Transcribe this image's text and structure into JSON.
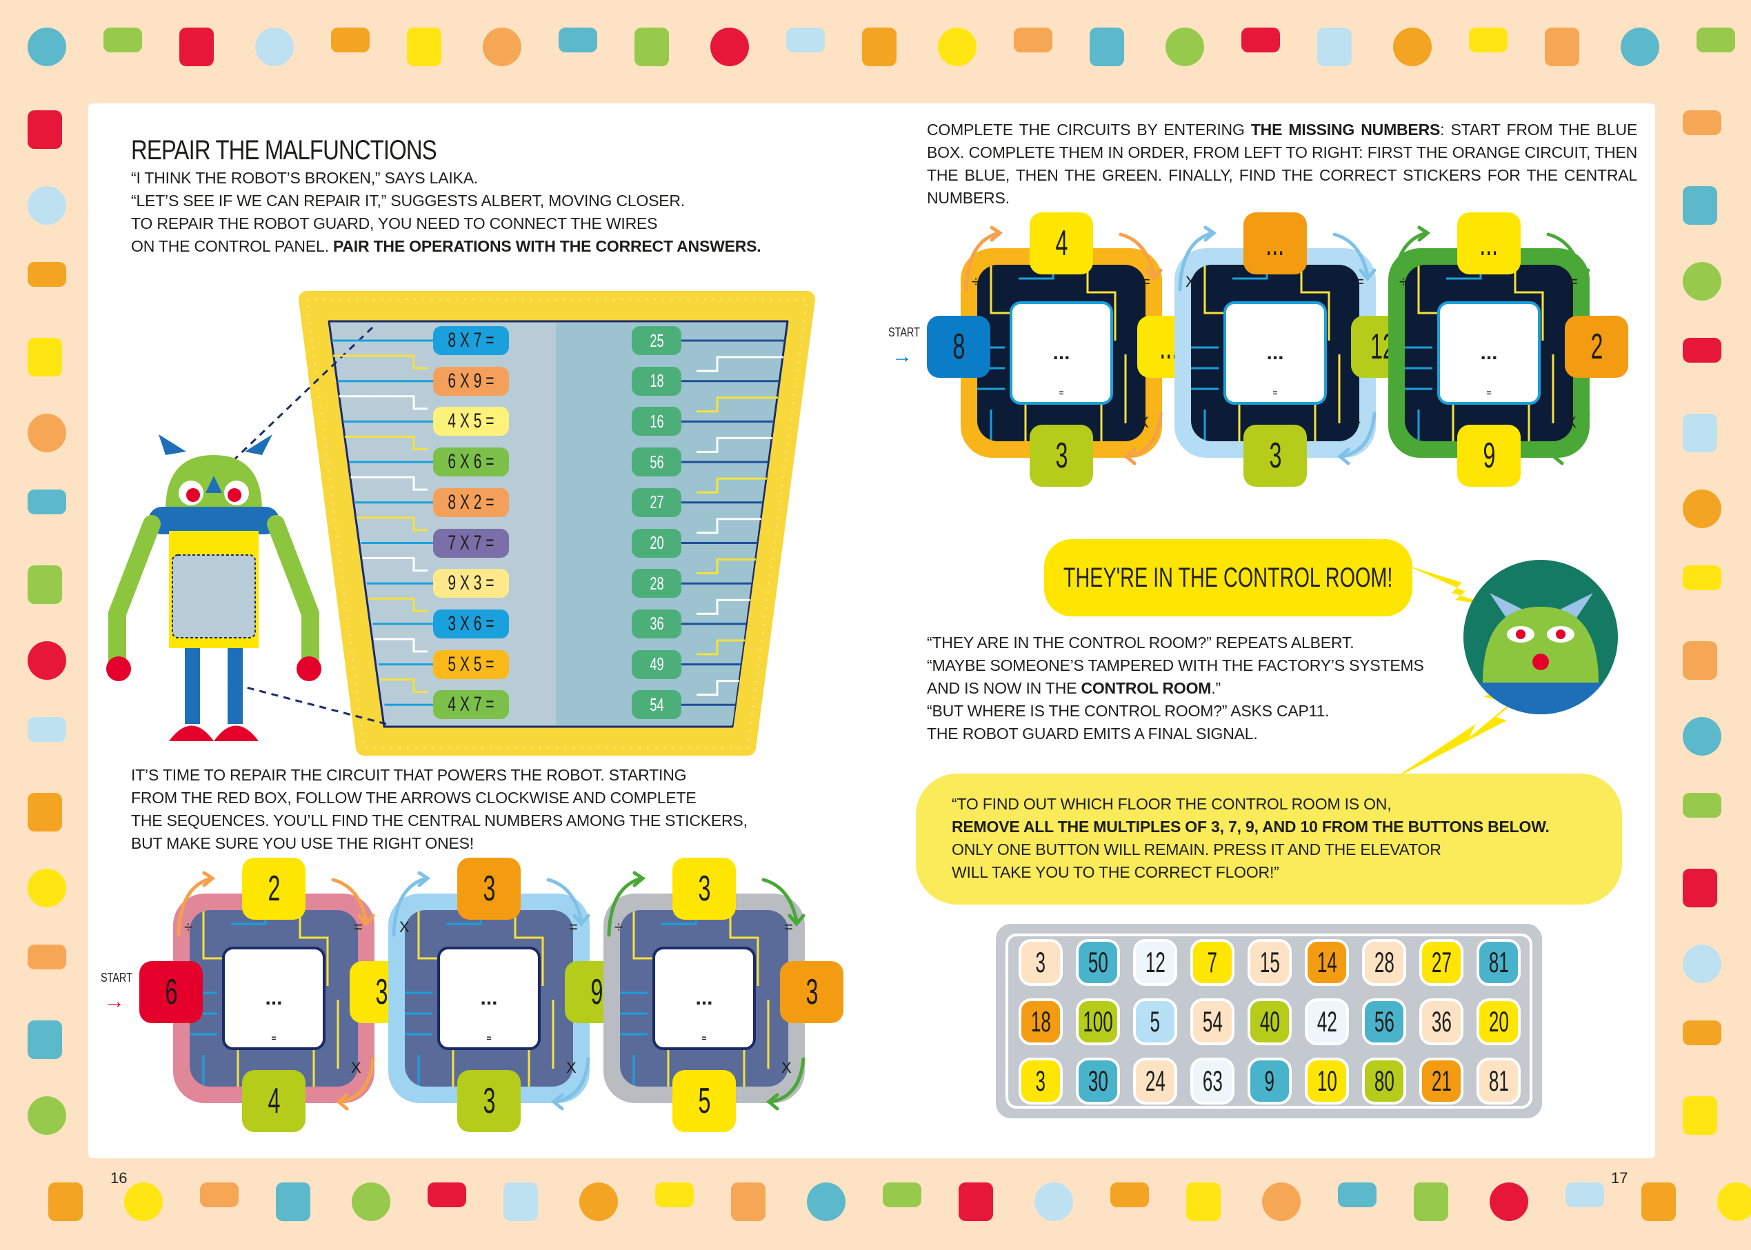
{
  "colors": {
    "peach": "#fde3c4",
    "yellow": "#ffe600",
    "orange": "#f39c12",
    "lime": "#b5cc1a",
    "teal": "#4ab3cc",
    "pale": "#eef5fb",
    "lightblue": "#b7e0f7",
    "red": "#e4002b",
    "blue": "#0a7cc8"
  },
  "left_page": {
    "title": "REPAIR THE MALFUNCTIONS",
    "intro": [
      "“I THINK THE ROBOT’S BROKEN,” SAYS LAIKA.",
      "“LET’S SEE IF WE CAN REPAIR IT,” SUGGESTS ALBERT, MOVING CLOSER.",
      "TO REPAIR THE ROBOT GUARD, YOU NEED TO CONNECT THE WIRES",
      "ON THE CONTROL PANEL. "
    ],
    "intro_bold": "PAIR THE OPERATIONS WITH THE CORRECT ANSWERS.",
    "operations": [
      {
        "label": "8 X 7 =",
        "color": "#1aa0dc"
      },
      {
        "label": "6 X 9 =",
        "color": "#f5a05a"
      },
      {
        "label": "4 X 5 =",
        "color": "#fff27a"
      },
      {
        "label": "6 X 6 =",
        "color": "#7cc04a"
      },
      {
        "label": "8 X 2 =",
        "color": "#f5a05a"
      },
      {
        "label": "7 X 7 =",
        "color": "#7a6fa8"
      },
      {
        "label": "9 X 3 =",
        "color": "#ffe98a"
      },
      {
        "label": "3 X 6 =",
        "color": "#1aa0dc"
      },
      {
        "label": "5 X 5 =",
        "color": "#fbb91a"
      },
      {
        "label": "4 X 7 =",
        "color": "#7cc04a"
      }
    ],
    "answers": [
      "25",
      "18",
      "16",
      "56",
      "27",
      "20",
      "28",
      "36",
      "49",
      "54"
    ],
    "circuit_intro": [
      "IT’S TIME TO REPAIR THE CIRCUIT THAT POWERS THE ROBOT. STARTING",
      "FROM THE RED BOX, FOLLOW THE ARROWS CLOCKWISE AND COMPLETE",
      "THE SEQUENCES. YOU’LL FIND THE CENTRAL NUMBERS AMONG THE STICKERS,",
      "BUT MAKE SURE YOU USE THE RIGHT ONES!"
    ],
    "start_label": "START",
    "start_box": {
      "value": "6",
      "color": "#e4002b"
    },
    "circuits": [
      {
        "frame": "#e0879a",
        "inner": "#5a6b9a",
        "arrow": "#f5a04a",
        "center": "...",
        "center_eq": "=",
        "ops": [
          "÷",
          "=",
          "X"
        ],
        "top": {
          "value": "2",
          "color": "#ffe600"
        },
        "right": {
          "value": "3",
          "color": "#ffe600"
        },
        "bottom": {
          "value": "4",
          "color": "#b5cc1a"
        }
      },
      {
        "frame": "#9ed4f2",
        "inner": "#5a6b9a",
        "arrow": "#7fc1e8",
        "center": "...",
        "center_eq": "=",
        "ops": [
          "X",
          "=",
          "X"
        ],
        "top": {
          "value": "3",
          "color": "#f39c12"
        },
        "right": {
          "value": "9",
          "color": "#b5cc1a"
        },
        "bottom": {
          "value": "3",
          "color": "#b5cc1a"
        }
      },
      {
        "frame": "#b9bcc1",
        "inner": "#5a6b9a",
        "arrow": "#4aa837",
        "center": "...",
        "center_eq": "=",
        "ops": [
          "÷",
          "=",
          "X"
        ],
        "top": {
          "value": "3",
          "color": "#ffe600"
        },
        "right": {
          "value": "3",
          "color": "#f39c12"
        },
        "bottom": {
          "value": "5",
          "color": "#ffe600"
        }
      }
    ],
    "page_number": "16"
  },
  "right_page": {
    "instructions_pre": "COMPLETE THE CIRCUITS BY ENTERING ",
    "instructions_bold": "THE MISSING NUMBERS",
    "instructions_post": ": START FROM THE BLUE BOX. COMPLETE THEM IN ORDER, FROM LEFT TO RIGHT: FIRST THE ORANGE CIRCUIT, THEN THE BLUE, THEN THE GREEN. FINALLY, FIND THE CORRECT STICKERS FOR THE CENTRAL NUMBERS.",
    "start_label": "START",
    "start_box": {
      "value": "8",
      "color": "#0a7cc8"
    },
    "circuits": [
      {
        "frame": "#f9b41a",
        "inner": "#0d1c36",
        "arrow": "#f5a04a",
        "center": "...",
        "center_eq": "=",
        "ops": [
          "÷",
          "=",
          "X"
        ],
        "top": {
          "value": "4",
          "color": "#ffe600"
        },
        "right": {
          "value": "...",
          "color": "#ffe600"
        },
        "bottom": {
          "value": "3",
          "color": "#b5cc1a"
        }
      },
      {
        "frame": "#b4dcf5",
        "inner": "#0d1c36",
        "arrow": "#7fc1e8",
        "center": "...",
        "center_eq": "=",
        "ops": [
          "X",
          "=",
          "÷"
        ],
        "top": {
          "value": "...",
          "color": "#f39c12"
        },
        "right": {
          "value": "12",
          "color": "#b5cc1a"
        },
        "bottom": {
          "value": "3",
          "color": "#b5cc1a"
        }
      },
      {
        "frame": "#4aa837",
        "inner": "#0d1c36",
        "arrow": "#4aa837",
        "center": "...",
        "center_eq": "=",
        "ops": [
          "÷",
          "=",
          "X"
        ],
        "top": {
          "value": "...",
          "color": "#ffe600"
        },
        "right": {
          "value": "2",
          "color": "#f39c12"
        },
        "bottom": {
          "value": "9",
          "color": "#ffe600"
        }
      }
    ],
    "bubble": "THEY'RE IN THE CONTROL ROOM!",
    "dialogue": [
      "“THEY ARE IN THE CONTROL ROOM?” REPEATS ALBERT.",
      "“MAYBE SOMEONE’S TAMPERED WITH THE FACTORY’S SYSTEMS",
      "AND IS NOW IN THE ",
      "“BUT WHERE IS THE CONTROL ROOM?” ASKS CAP11.",
      "THE ROBOT GUARD EMITS A FINAL SIGNAL."
    ],
    "dialogue_bold": "CONTROL ROOM",
    "dialogue_end": ".”",
    "riddle": [
      "“TO FIND OUT WHICH FLOOR THE CONTROL ROOM IS ON,",
      "REMOVE ALL THE MULTIPLES OF 3, 7, 9, AND 10 FROM THE BUTTONS BELOW.",
      "ONLY ONE BUTTON WILL REMAIN. PRESS IT AND THE ELEVATOR",
      "WILL TAKE YOU TO THE CORRECT FLOOR!”"
    ],
    "buttons": [
      [
        {
          "v": "3",
          "c": "#fde3c4"
        },
        {
          "v": "50",
          "c": "#4ab3cc"
        },
        {
          "v": "12",
          "c": "#eef5fb"
        },
        {
          "v": "7",
          "c": "#ffe600"
        },
        {
          "v": "15",
          "c": "#fde3c4"
        },
        {
          "v": "14",
          "c": "#f39c12"
        },
        {
          "v": "28",
          "c": "#fde3c4"
        },
        {
          "v": "27",
          "c": "#ffe600"
        },
        {
          "v": "81",
          "c": "#4ab3cc"
        }
      ],
      [
        {
          "v": "18",
          "c": "#f39c12"
        },
        {
          "v": "100",
          "c": "#b5cc1a"
        },
        {
          "v": "5",
          "c": "#b7e0f7"
        },
        {
          "v": "54",
          "c": "#fde3c4"
        },
        {
          "v": "40",
          "c": "#b5cc1a"
        },
        {
          "v": "42",
          "c": "#eef5fb"
        },
        {
          "v": "56",
          "c": "#4ab3cc"
        },
        {
          "v": "36",
          "c": "#fde3c4"
        },
        {
          "v": "20",
          "c": "#ffe600"
        }
      ],
      [
        {
          "v": "3",
          "c": "#ffe600"
        },
        {
          "v": "30",
          "c": "#4ab3cc"
        },
        {
          "v": "24",
          "c": "#fde3c4"
        },
        {
          "v": "63",
          "c": "#eef5fb"
        },
        {
          "v": "9",
          "c": "#4ab3cc"
        },
        {
          "v": "10",
          "c": "#ffe600"
        },
        {
          "v": "80",
          "c": "#b5cc1a"
        },
        {
          "v": "21",
          "c": "#f39c12"
        },
        {
          "v": "81",
          "c": "#fde3c4"
        }
      ]
    ],
    "page_number": "17"
  }
}
